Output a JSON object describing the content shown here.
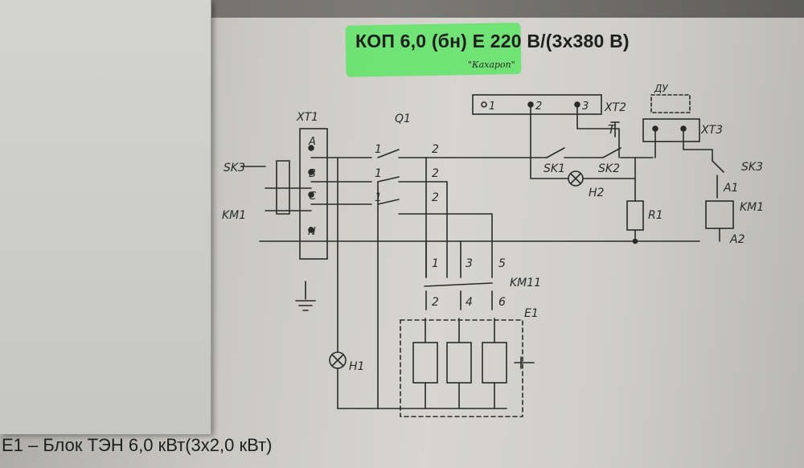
{
  "document": {
    "title": "КОП 6,0 (бн) Е 220 В/(3х380 В)",
    "subtitle": "\"Кахароп\"",
    "footer": "Е1 – Блок ТЭН 6,0 кВт(3х2,0 кВт)"
  },
  "schematic": {
    "labels": {
      "xt1": "XT1",
      "xt2": "XT2",
      "xt3": "XT3",
      "q1": "Q1",
      "sk1": "SK1",
      "sk2": "SK2",
      "sk3": "SK3",
      "h1": "H1",
      "h2": "H2",
      "r1": "R1",
      "km1": "KM1",
      "km11": "KM11",
      "e1": "E1",
      "a1": "A1",
      "a2": "A2",
      "du": "ДУ",
      "term_a": "A",
      "term_b": "B",
      "term_c": "C",
      "term_n": "N",
      "n1": "1",
      "n2": "2",
      "n3": "3",
      "n4": "4",
      "n5": "5",
      "n6": "6",
      "t_mark": "T"
    }
  },
  "colors": {
    "highlight": "#58e660",
    "ink": "#2a2a2a",
    "paper": "#d6d5cf"
  }
}
